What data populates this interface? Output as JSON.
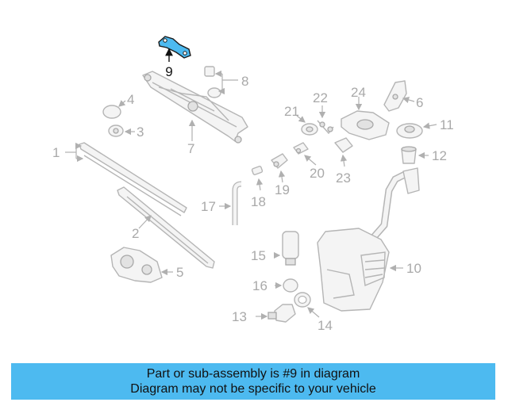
{
  "callouts": {
    "c1": "1",
    "c2": "2",
    "c3": "3",
    "c4": "4",
    "c5": "5",
    "c6": "6",
    "c7": "7",
    "c8": "8",
    "c9": "9",
    "c10": "10",
    "c11": "11",
    "c12": "12",
    "c13": "13",
    "c14": "14",
    "c15": "15",
    "c16": "16",
    "c17": "17",
    "c18": "18",
    "c19": "19",
    "c20": "20",
    "c21": "21",
    "c22": "22",
    "c23": "23",
    "c24": "24"
  },
  "highlight": {
    "part": "9",
    "color": "#4dbaf0"
  },
  "banner": {
    "line1": "Part or sub-assembly is #9 in diagram",
    "line2": "Diagram may not be specific to your vehicle",
    "background": "#4dbaf0"
  }
}
